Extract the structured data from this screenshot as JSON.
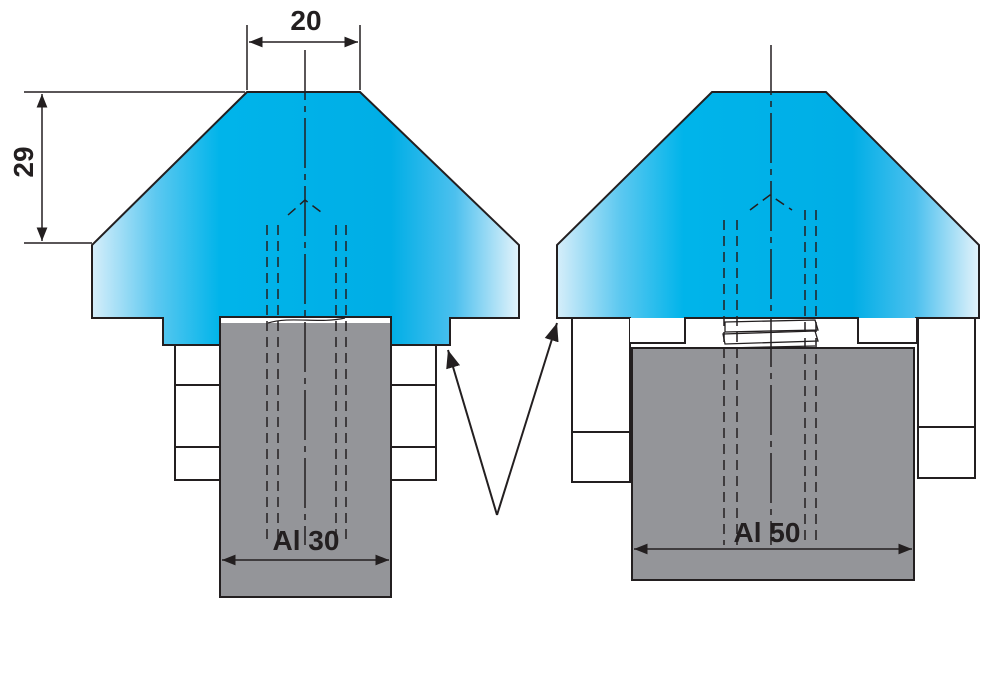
{
  "dimensions": {
    "width_label": "20",
    "height_label": "29"
  },
  "left_part": {
    "label": "Al 30"
  },
  "right_part": {
    "label": "Al 50"
  },
  "colors": {
    "blue_center": "#00aee6",
    "blue_edge": "#d6eefa",
    "block_gray": "#949599",
    "outline": "#231f20"
  }
}
